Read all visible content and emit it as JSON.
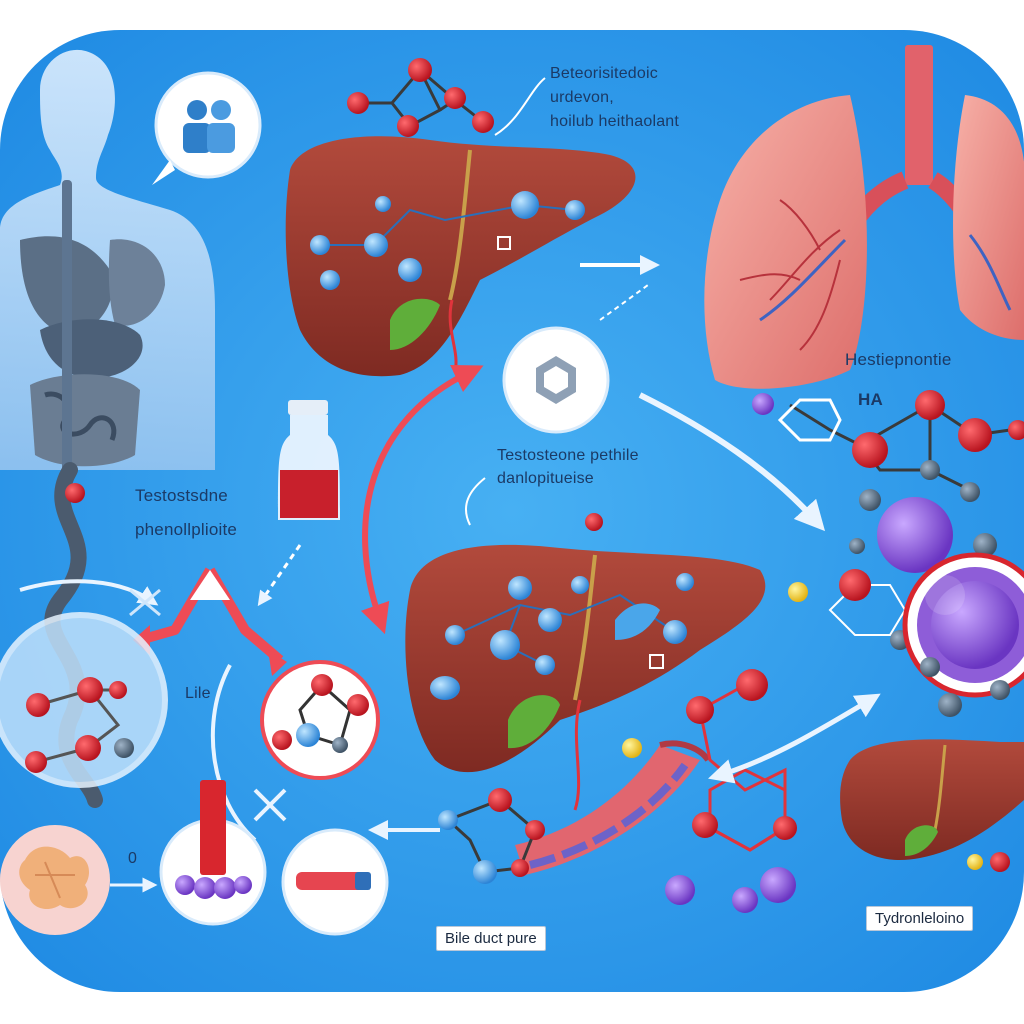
{
  "labels": {
    "top_line1": "Beteorisitedoic",
    "top_line2": "urdevon,",
    "top_line3": "hoilub heithaolant",
    "left_line1": "Testostsdne",
    "left_line2": "phenollplioite",
    "center_line1": "Testosteone pethile",
    "center_line2": "danlopitueise",
    "right_title": "Hestiepnontie",
    "ha": "HA",
    "lie": "Lile",
    "zero": "0",
    "bile_box": "Bile duct pure",
    "right_box": "Tydronleloino"
  },
  "colors": {
    "background": "#2f9bea",
    "liver": "#9e3a2f",
    "lung": "#e98a86",
    "atom_red": "#d8262e",
    "atom_blue": "#4aa6ea",
    "atom_purple": "#8a5bd3",
    "arrow_red": "#ee4b55",
    "arrow_white": "#e9f4ff"
  }
}
